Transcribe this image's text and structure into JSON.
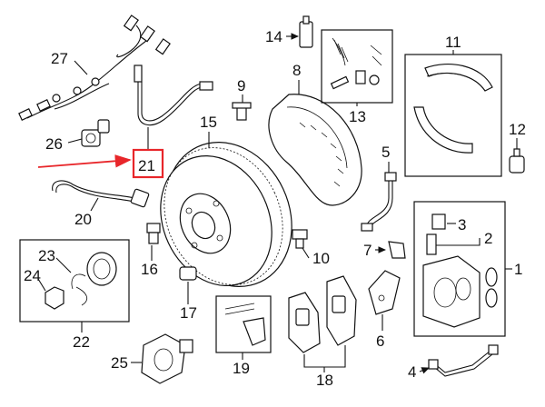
{
  "callouts": {
    "n1": "1",
    "n2": "2",
    "n3": "3",
    "n4": "4",
    "n5": "5",
    "n6": "6",
    "n7": "7",
    "n8": "8",
    "n9": "9",
    "n10": "10",
    "n11": "11",
    "n12": "12",
    "n13": "13",
    "n14": "14",
    "n15": "15",
    "n16": "16",
    "n17": "17",
    "n18": "18",
    "n19": "19",
    "n20": "20",
    "n21": "21",
    "n22": "22",
    "n23": "23",
    "n24": "24",
    "n25": "25",
    "n26": "26",
    "n27": "27"
  },
  "highlight": {
    "callout": "21",
    "color": "#e8262a"
  }
}
